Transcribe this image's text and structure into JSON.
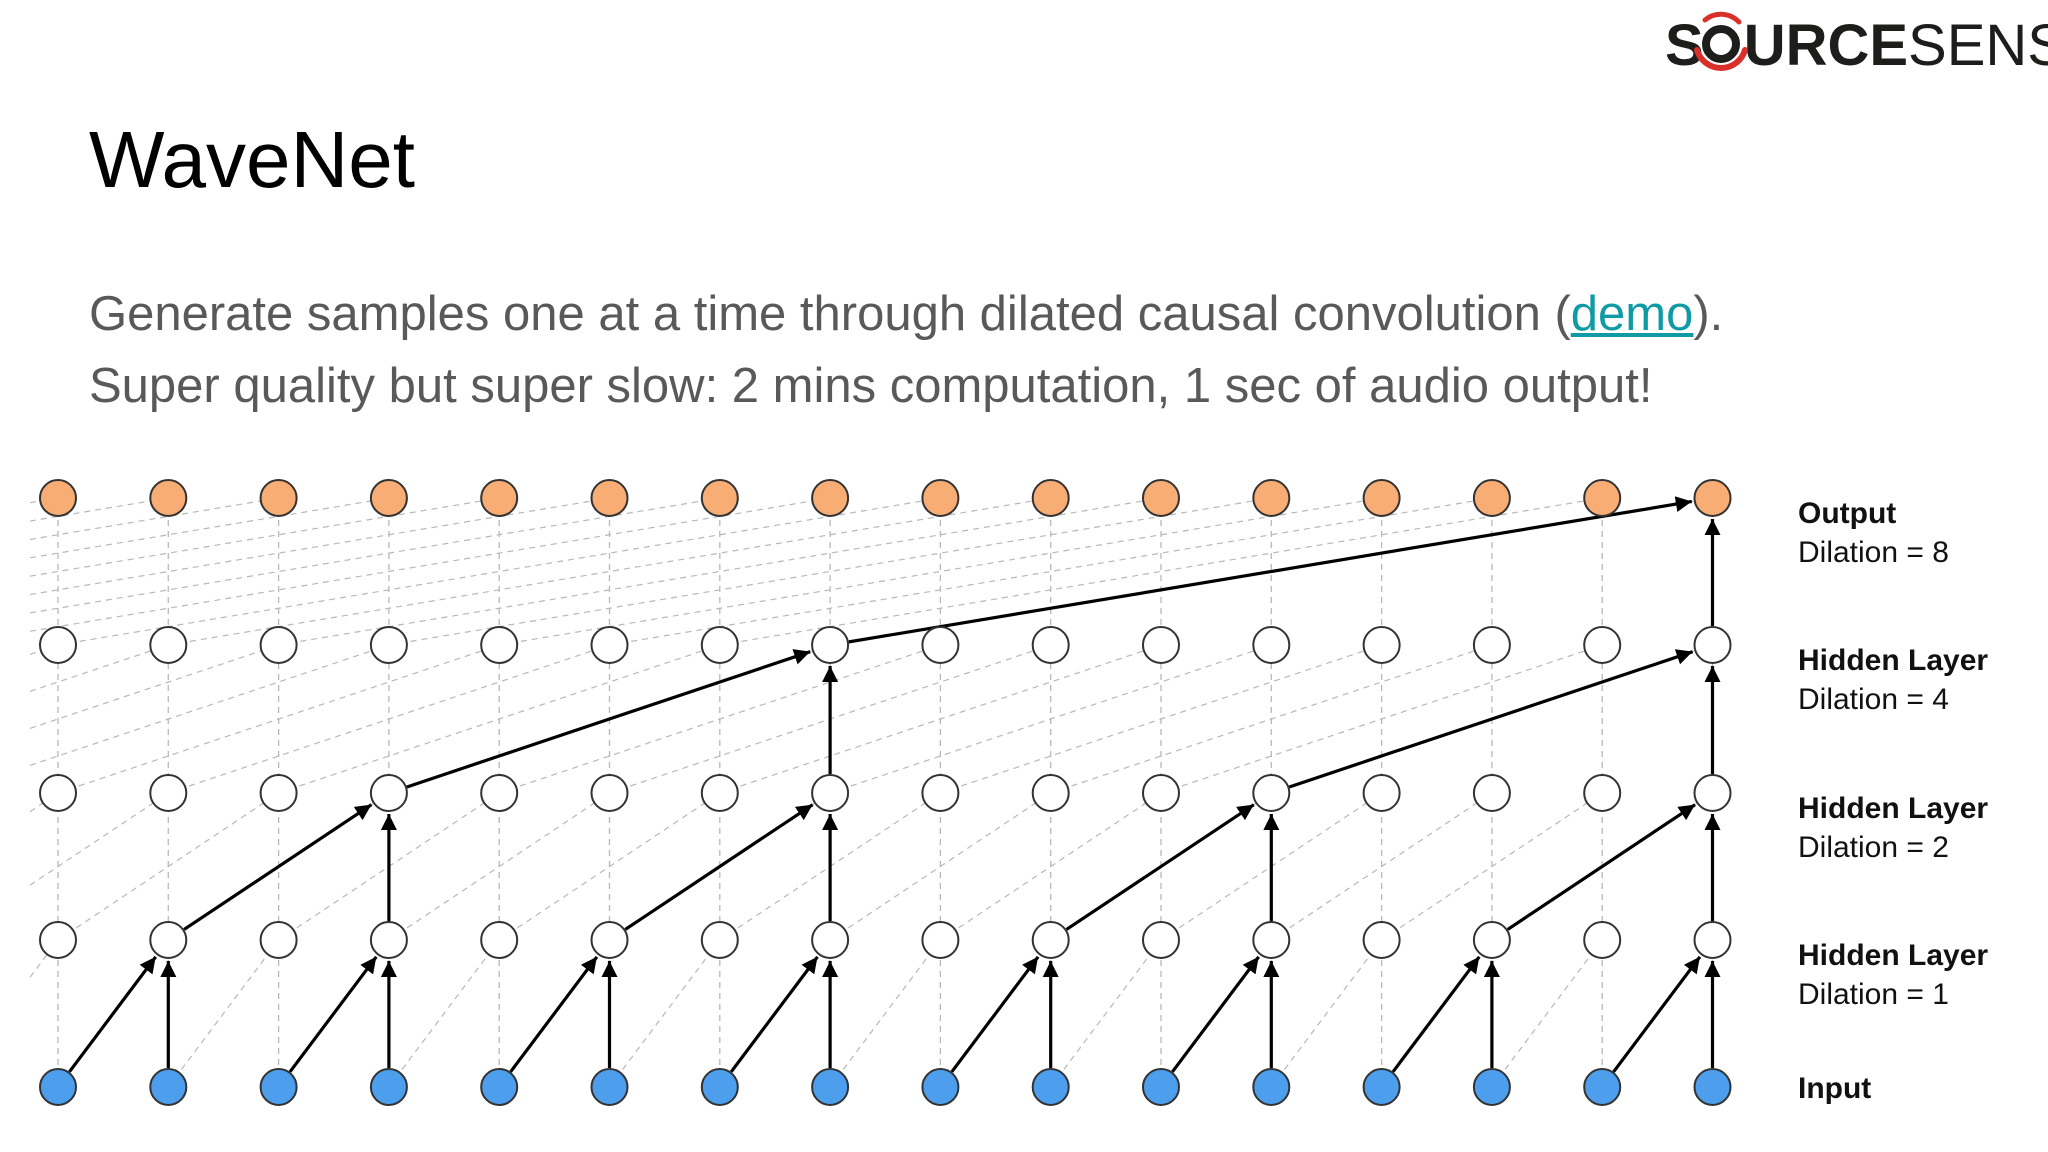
{
  "logo": {
    "text": "SOURCESENSE",
    "part1": "S",
    "part2": "URCE",
    "part3": "SENSE",
    "accent": "#d9302b"
  },
  "slide": {
    "title": "WaveNet",
    "line1_before": "Generate samples one at a time through dilated causal convolution (",
    "line1_link": "demo",
    "line1_after": ").",
    "line2": "Super quality but super slow: 2 mins computation, 1 sec of audio output!"
  },
  "diagram": {
    "node_count_per_layer": 16,
    "colors": {
      "output_fill": "#f8ad75",
      "hidden_fill": "#ffffff",
      "input_fill": "#4d9fed",
      "node_stroke": "#333333",
      "arrow": "#000000",
      "dashed": "#b8b8b8",
      "link": "#0f9aa6"
    },
    "layers": [
      {
        "id": "output",
        "role": "output",
        "name": "Output",
        "dilation": "Dilation = 8"
      },
      {
        "id": "hidden4",
        "role": "hidden",
        "name": "Hidden Layer",
        "dilation": "Dilation = 4"
      },
      {
        "id": "hidden2",
        "role": "hidden",
        "name": "Hidden Layer",
        "dilation": "Dilation = 2"
      },
      {
        "id": "hidden1",
        "role": "hidden",
        "name": "Hidden Layer",
        "dilation": "Dilation = 1"
      },
      {
        "id": "input",
        "role": "input",
        "name": "Input",
        "dilation": ""
      }
    ],
    "connections": [
      {
        "from_layer": "input",
        "to_layer": "hidden1",
        "dilation": 1
      },
      {
        "from_layer": "hidden1",
        "to_layer": "hidden2",
        "dilation": 2
      },
      {
        "from_layer": "hidden2",
        "to_layer": "hidden4",
        "dilation": 4
      },
      {
        "from_layer": "hidden4",
        "to_layer": "output",
        "dilation": 8
      }
    ]
  }
}
